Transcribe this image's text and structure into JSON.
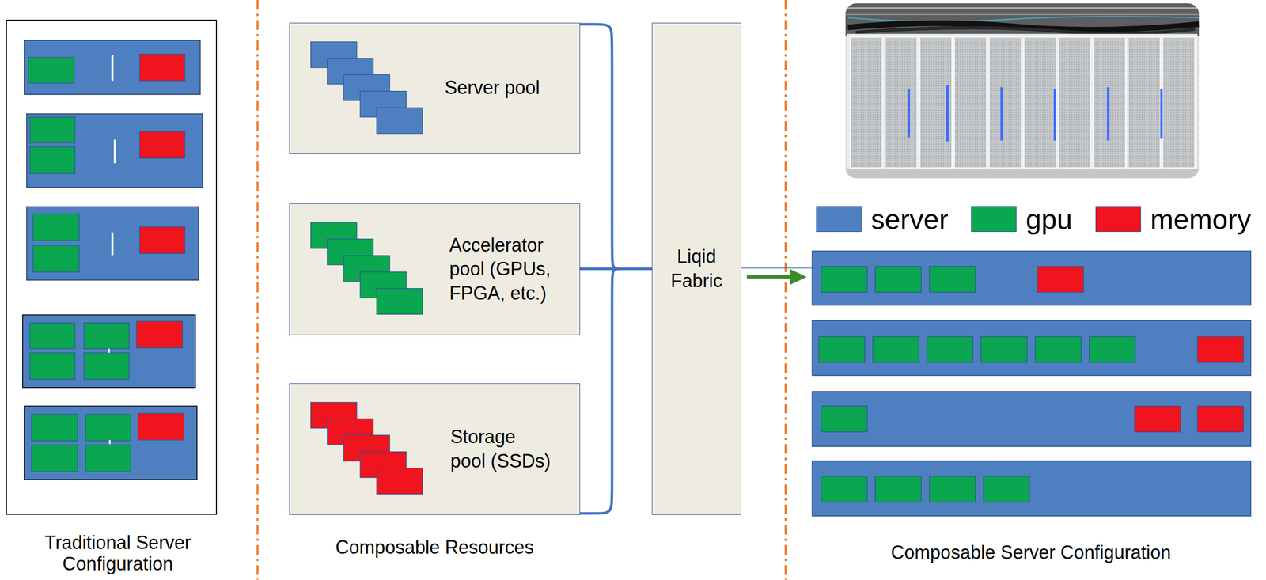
{
  "diagram": {
    "nodes": [
      {
        "text": [
          "Server pool"
        ]
      },
      {
        "text": [
          "Accelerator pool (GPUs, FPGA, etc.)"
        ]
      },
      {
        "text": [
          "Storage pool (SSDs)"
        ]
      },
      {
        "text": [
          "Liqid Fabric"
        ]
      }
    ],
    "edges": [
      {
        "from": 0,
        "to": 3,
        "arrow": "none"
      },
      {
        "from": 1,
        "to": 3,
        "arrow": "none"
      },
      {
        "from": 2,
        "to": 3,
        "arrow": "none"
      }
    ],
    "labels": [
      "Traditional Server Configuration",
      "Composable Resources",
      "Composable Server Configuration"
    ],
    "legend": [
      {
        "text": "server",
        "color": "#4e80c1"
      },
      {
        "text": "gpu",
        "color": "#0aa650"
      },
      {
        "text": "memory",
        "color": "#f0141e"
      }
    ]
  }
}
